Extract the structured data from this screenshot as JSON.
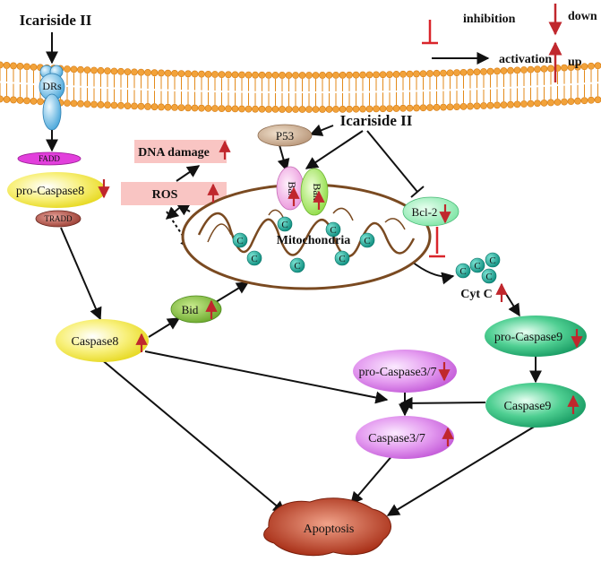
{
  "legend": {
    "inhibition": "inhibition",
    "activation": "activation",
    "down": "down",
    "up": "up"
  },
  "labels": {
    "drug_top": "Icariside II",
    "drug_mid": "Icariside II",
    "drs": "DRs",
    "fadd": "FADD",
    "pro_caspase8": "pro-Caspase8",
    "tradd": "TRADD",
    "dna_damage": "DNA damage",
    "ros": "ROS",
    "p53": "P53",
    "bax": "Bax",
    "bak": "Bak",
    "bcl2": "Bcl-2",
    "mitochondria": "Mitochondria",
    "c": "C",
    "cyt_c": "Cyt C",
    "bid": "Bid",
    "caspase8": "Caspase8",
    "pro_caspase9": "pro-Caspase9",
    "caspase9": "Caspase9",
    "pro_caspase37": "pro-Caspase3/7",
    "caspase37": "Caspase3/7",
    "apoptosis": "Apoptosis"
  },
  "colors": {
    "up_down_arrow": "#c0272d",
    "inhibition": "#d9252b",
    "membrane_head": "#f2a23a",
    "mitochondria_outline": "#7a4a21",
    "c_ball": "#1aa596",
    "box_fill": "#f9c5c3",
    "caspase8_fill": "#f5ec4a",
    "caspase9_fill": "#2bb37b",
    "caspase37_fill": "#d97be6",
    "apoptosis_fill": "#b5361c"
  }
}
